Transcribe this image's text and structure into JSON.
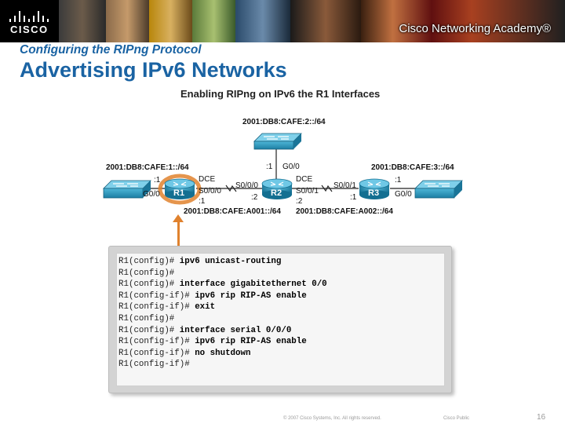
{
  "banner": {
    "logo_text": "CISCO",
    "academy_name": "Cisco Networking Academy®"
  },
  "slide": {
    "subtitle": "Configuring the RIPng Protocol",
    "title": "Advertising IPv6 Networks"
  },
  "diagram": {
    "title": "Enabling RIPng on IPv6 the R1 Interfaces",
    "routers": [
      {
        "name": "R1"
      },
      {
        "name": "R2"
      },
      {
        "name": "R3"
      }
    ],
    "labels": {
      "lan_r2": "2001:DB8:CAFE:2::/64",
      "lan_r1": "2001:DB8:CAFE:1::/64",
      "lan_r3": "2001:DB8:CAFE:3::/64",
      "r1_g0": "G0/0",
      "r1_g0_host": ":1",
      "r1_dce": "DCE",
      "r1_s0": "S0/0/0",
      "r1_s0_host": ":1",
      "r2_s0_left": "S0/0/0",
      "r2_s0_left_host": ":2",
      "r2_g0": "G0/0",
      "r2_g0_host": ":1",
      "r2_dce": "DCE",
      "r2_s0_right": "S0/0/1",
      "r2_s0_right_host": ":2",
      "r3_s0": "S0/0/1",
      "r3_s0_host": ":1",
      "r3_g0": "G0/0",
      "r3_g0_host": ":1",
      "wan_left": "2001:DB8:CAFE:A001::/64",
      "wan_right": "2001:DB8:CAFE:A002::/64"
    },
    "colors": {
      "router": "#1e8fb5",
      "switch": "#2a9fc4",
      "highlight": "#e0822e"
    }
  },
  "config": {
    "lines": [
      {
        "prompt": "R1(config)# ",
        "cmd": "ipv6 unicast-routing"
      },
      {
        "prompt": "R1(config)#",
        "cmd": ""
      },
      {
        "prompt": "R1(config)# ",
        "cmd": "interface gigabitethernet 0/0"
      },
      {
        "prompt": "R1(config-if)# ",
        "cmd": "ipv6 rip RIP-AS enable"
      },
      {
        "prompt": "R1(config-if)# ",
        "cmd": "exit"
      },
      {
        "prompt": "R1(config)#",
        "cmd": ""
      },
      {
        "prompt": "R1(config)# ",
        "cmd": "interface serial 0/0/0"
      },
      {
        "prompt": "R1(config-if)# ",
        "cmd": "ipv6 rip RIP-AS enable"
      },
      {
        "prompt": "R1(config-if)# ",
        "cmd": "no shutdown"
      },
      {
        "prompt": "R1(config-if)#",
        "cmd": ""
      }
    ]
  },
  "footer": {
    "copyright": "© 2007 Cisco Systems, Inc. All rights reserved.",
    "classification": "Cisco Public",
    "page_number": "16"
  }
}
